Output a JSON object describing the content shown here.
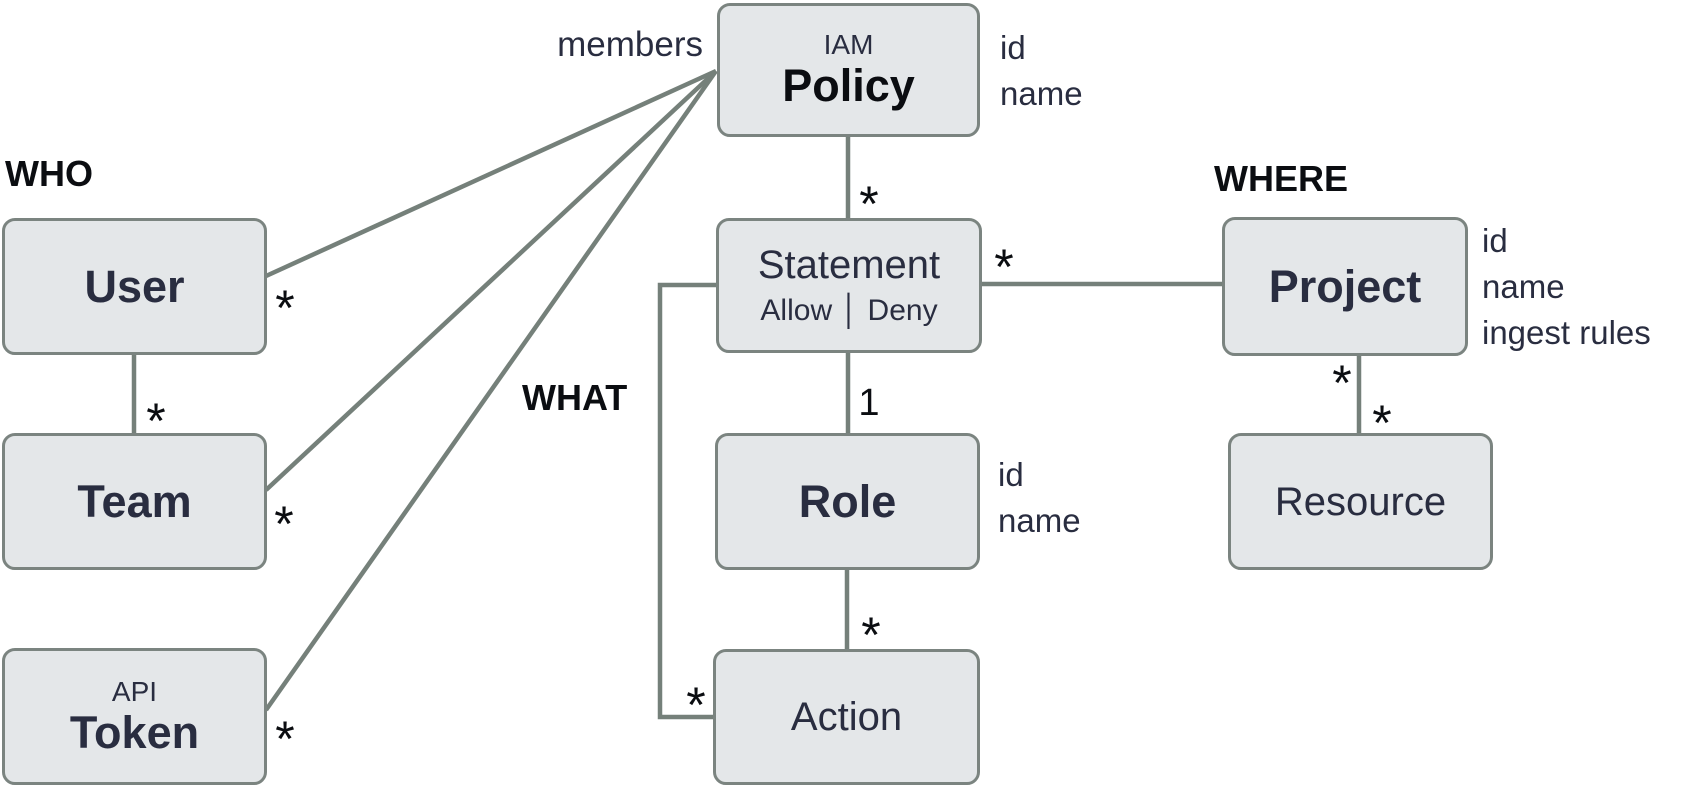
{
  "diagram_title": "IAM Policy entity relationship diagram",
  "colors": {
    "box_fill": "#e4e7e9",
    "box_border": "#7b8480",
    "connector_line": "#75807a",
    "entity_text": "#292d40",
    "heading_text": "#0b0d11"
  },
  "entities": {
    "policy": {
      "pretitle": "IAM",
      "title": "Policy",
      "attrs": [
        "id",
        "name"
      ]
    },
    "user": {
      "title": "User"
    },
    "team": {
      "title": "Team"
    },
    "token": {
      "pretitle": "API",
      "title": "Token"
    },
    "statement": {
      "title": "Statement",
      "subtitle": "Allow │ Deny"
    },
    "role": {
      "title": "Role",
      "attrs": [
        "id",
        "name"
      ]
    },
    "action": {
      "title": "Action"
    },
    "project": {
      "title": "Project",
      "attrs": [
        "id",
        "name",
        "ingest rules"
      ]
    },
    "resource": {
      "title": "Resource"
    }
  },
  "section_labels": {
    "who": "WHO",
    "what": "WHAT",
    "where": "WHERE"
  },
  "edge_labels": {
    "members": "members",
    "many": "*",
    "one": "1"
  }
}
